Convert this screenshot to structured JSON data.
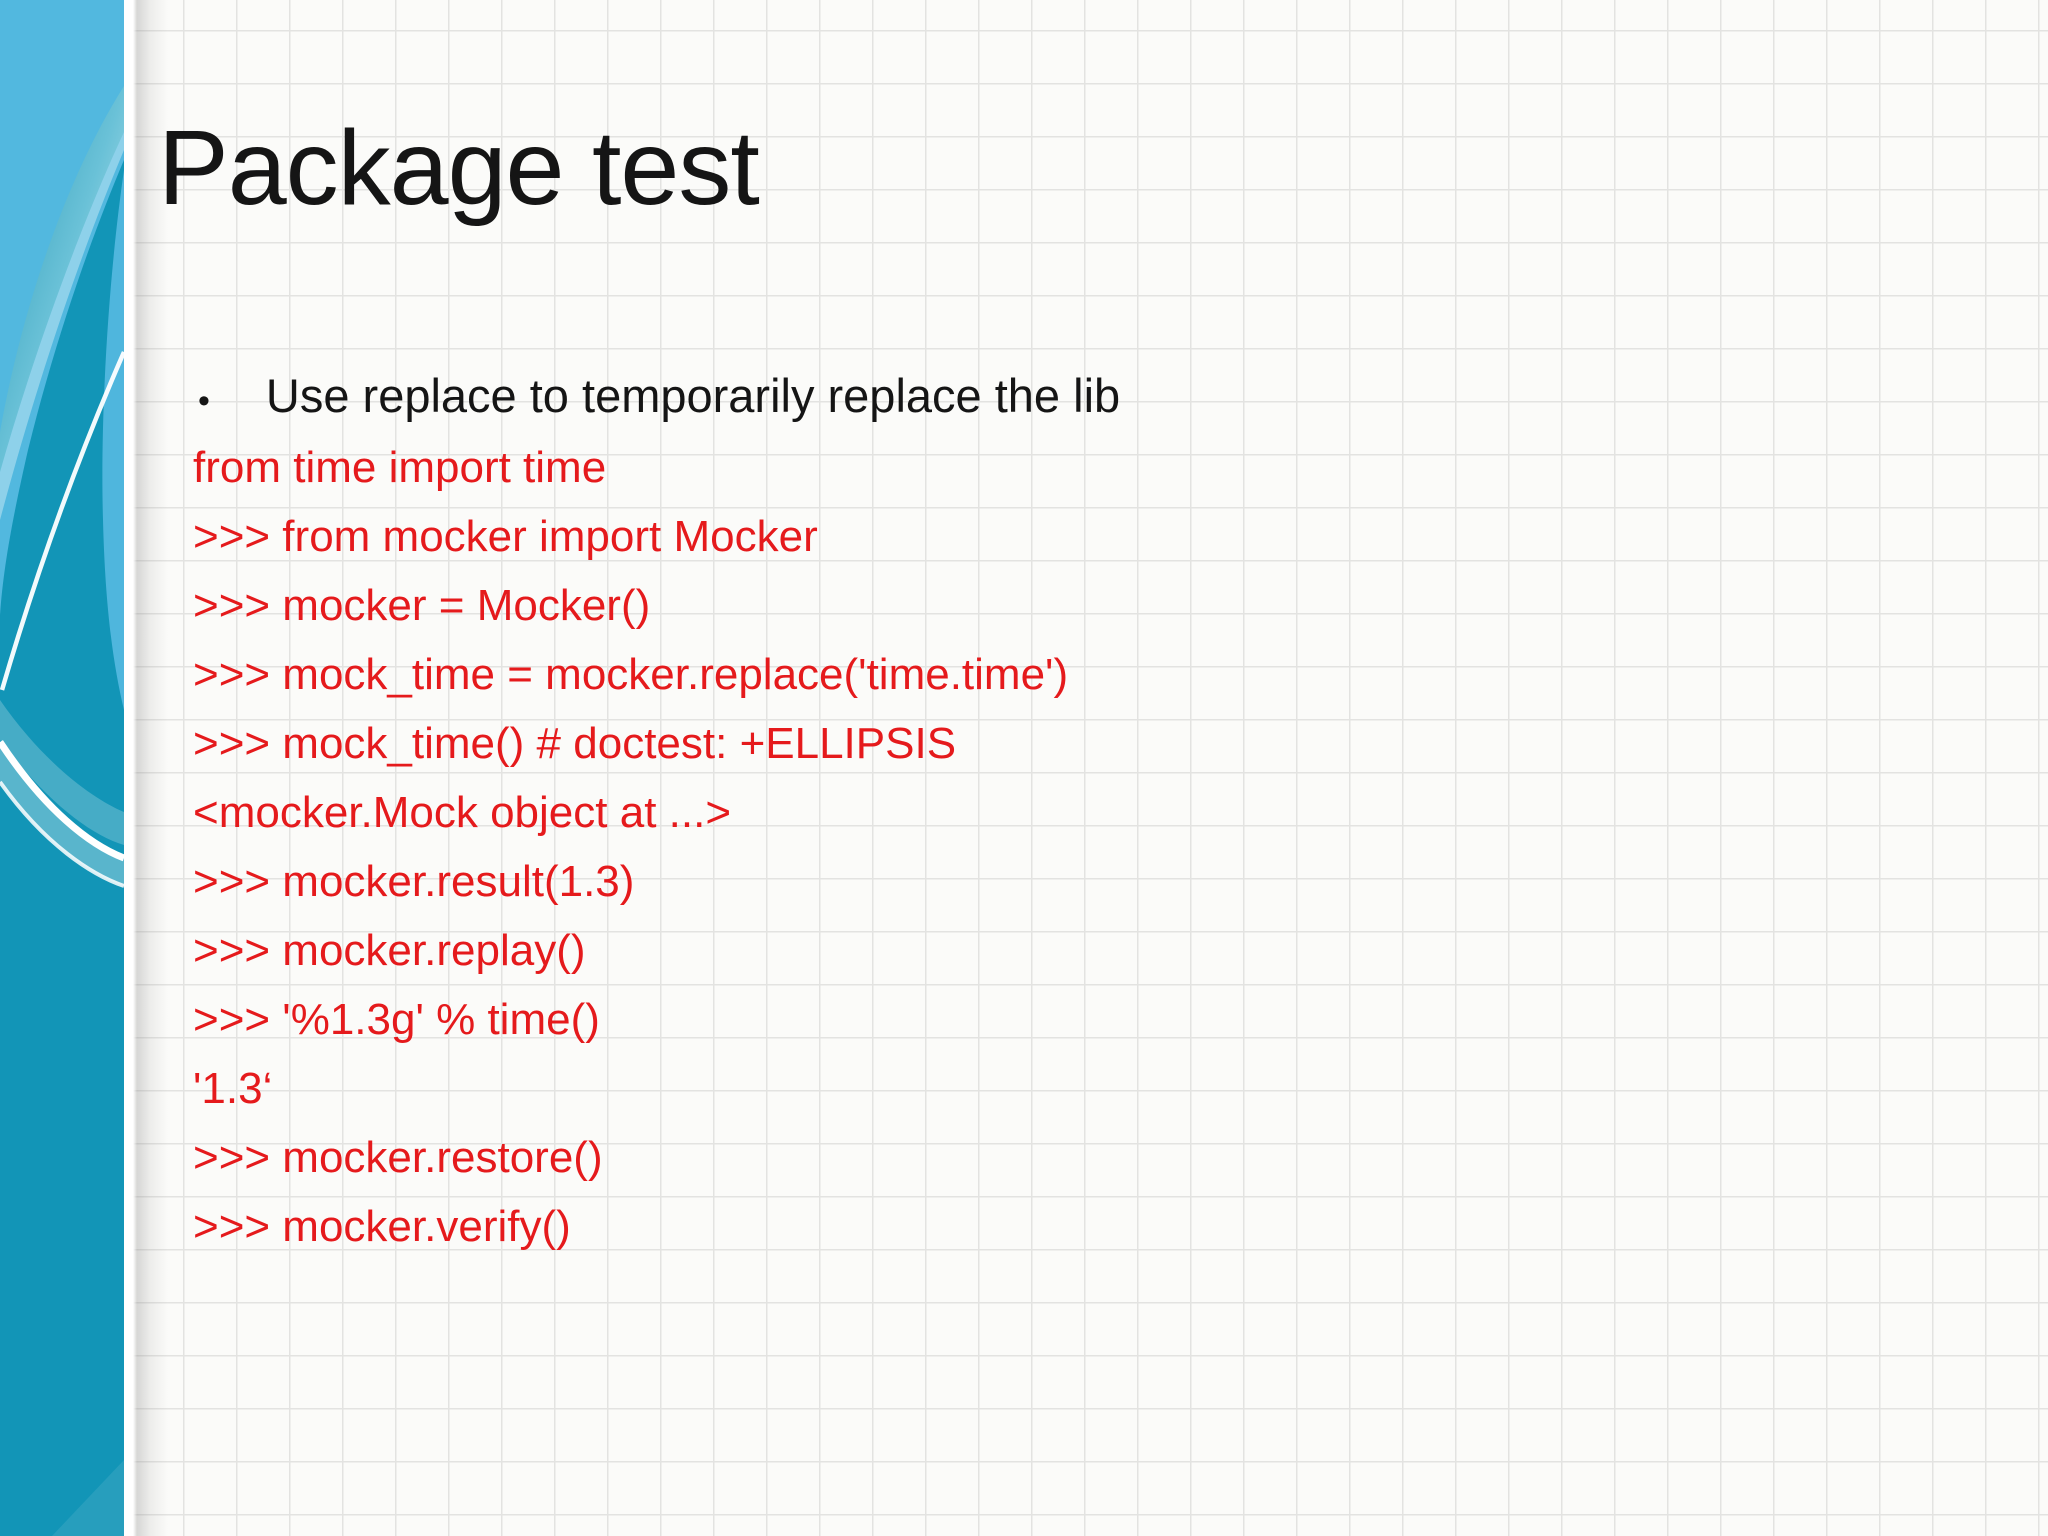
{
  "slide": {
    "title": "Package test",
    "bullet": {
      "marker": "•",
      "text": "Use replace to temporarily replace the lib"
    },
    "code_lines": [
      "from time import time",
      ">>> from mocker import Mocker",
      ">>> mocker = Mocker()",
      ">>> mock_time = mocker.replace('time.time')",
      ">>> mock_time() # doctest: +ELLIPSIS",
      "<mocker.Mock object at ...>",
      ">>> mocker.result(1.3)",
      ">>> mocker.replay()",
      ">>> '%1.3g' % time()",
      "'1.3‘",
      ">>> mocker.restore()",
      ">>> mocker.verify()"
    ]
  },
  "colors": {
    "code_red": "#e51a1c",
    "text_black": "#151515",
    "sidebar_light_blue": "#52b8df",
    "sidebar_mid_teal": "#2d9fba",
    "sidebar_dark_teal": "#1295b7",
    "grid_line": "#e3e3e1",
    "paper": "#fbfbf9",
    "swoosh_white": "#ffffff"
  }
}
